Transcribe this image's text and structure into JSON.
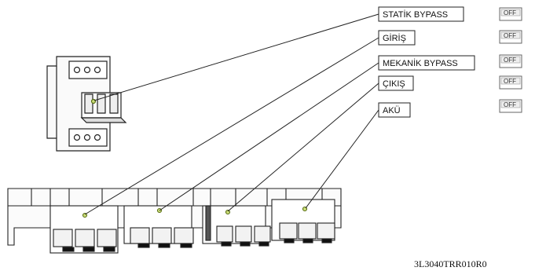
{
  "labels": [
    {
      "id": "statik",
      "text": "STATİK BYPASS",
      "switch": "OFF"
    },
    {
      "id": "giris",
      "text": "GİRİŞ",
      "switch": "OFF"
    },
    {
      "id": "mekanik",
      "text": "MEKANİK BYPASS",
      "switch": "OFF"
    },
    {
      "id": "cikis",
      "text": "ÇIKIŞ",
      "switch": "OFF"
    },
    {
      "id": "aku",
      "text": "AKÜ",
      "switch": "OFF"
    }
  ],
  "figure_code": "3L3040TRR010R0"
}
